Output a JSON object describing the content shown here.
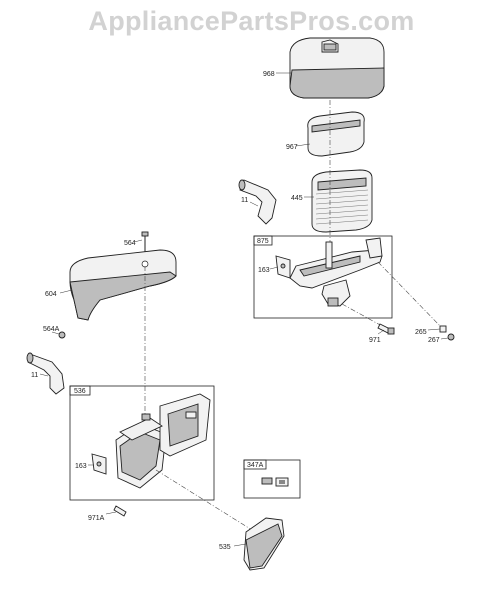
{
  "watermark": "AppliancePartsPros.com",
  "parts": {
    "p968": "968",
    "p967": "967",
    "p445": "445",
    "p11a": "11",
    "p875": "875",
    "p163a": "163",
    "p971": "971",
    "p265": "265",
    "p267": "267",
    "p564": "564",
    "p604": "604",
    "p564A": "564A",
    "p11b": "11",
    "p536": "536",
    "p163b": "163",
    "p347A": "347A",
    "p971A": "971A",
    "p535": "535"
  }
}
